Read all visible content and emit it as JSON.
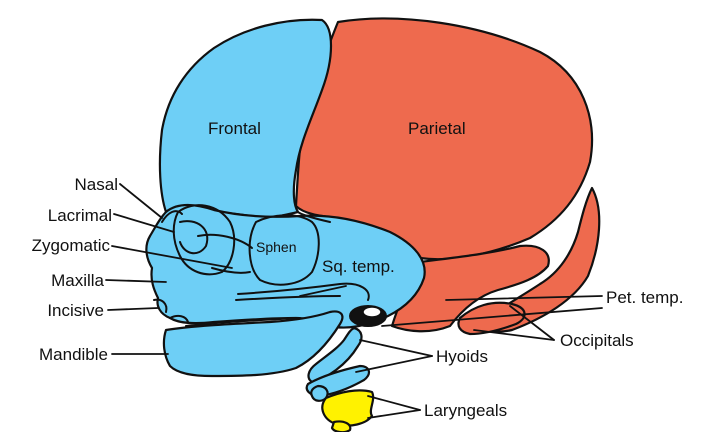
{
  "colors": {
    "blue_bone": "#6ECFF6",
    "red_bone": "#EE6A4E",
    "yellow_bone": "#FFF200",
    "outline": "#111111",
    "background": "#ffffff"
  },
  "bones": {
    "frontal": "Frontal",
    "parietal": "Parietal",
    "sphenoid": "Sphen",
    "squamous_temporal": "Sq. temp."
  },
  "callouts": {
    "nasal": "Nasal",
    "lacrimal": "Lacrimal",
    "zygomatic": "Zygomatic",
    "maxilla": "Maxilla",
    "incisive": "Incisive",
    "mandible": "Mandible",
    "petrous_temporal": "Pet. temp.",
    "occipitals": "Occipitals",
    "hyoids": "Hyoids",
    "laryngeals": "Laryngeals"
  }
}
